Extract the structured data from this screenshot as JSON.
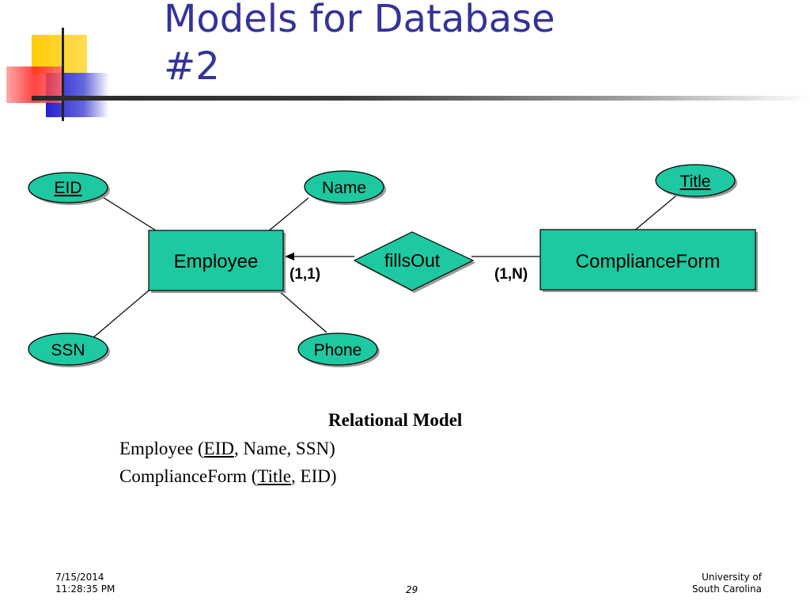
{
  "slide": {
    "title_line1": "Models for Database",
    "title_line2": "#2",
    "colors": {
      "title": "#333399",
      "shape_fill": "#1ec8a0",
      "logo_yellow": "#ffcc00",
      "logo_red": "#ff3333",
      "logo_blue": "#3333cc"
    }
  },
  "diagram": {
    "entities": {
      "employee": "Employee",
      "compliance_form": "ComplianceForm"
    },
    "relationship": "fillsOut",
    "attributes": {
      "eid": "EID",
      "name": "Name",
      "ssn": "SSN",
      "phone": "Phone",
      "title": "Title"
    },
    "cardinalities": {
      "employee_side": "(1,1)",
      "form_side": "(1,N)"
    }
  },
  "relational": {
    "heading": "Relational Model",
    "employee": {
      "table": "Employee (",
      "key": "EID",
      "rest": ", Name, SSN)"
    },
    "compliance_form": {
      "table": "ComplianceForm (",
      "key": "Title",
      "rest": ", EID)"
    }
  },
  "footer": {
    "date": "7/15/2014",
    "time": "11:28:35 PM",
    "page": "29",
    "org_line1": "University of",
    "org_line2": "South Carolina"
  }
}
